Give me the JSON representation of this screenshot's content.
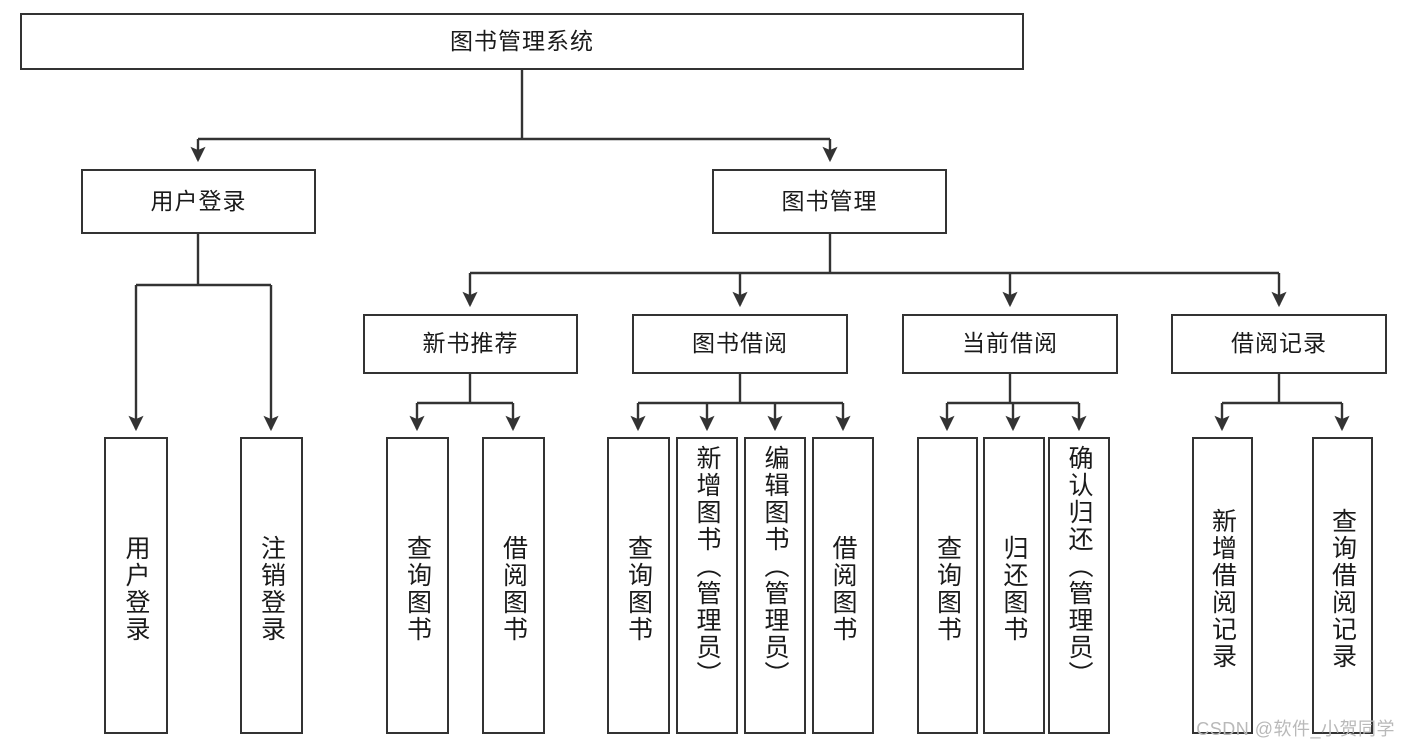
{
  "diagram": {
    "title": "图书管理系统",
    "type": "tree-hierarchy",
    "watermark": "CSDN @软件_小贺同学",
    "colors": {
      "stroke": "#333333",
      "fill": "#ffffff",
      "text": "#1a1a1a",
      "watermark": "#b9b9b9"
    },
    "root": {
      "label": "图书管理系统"
    },
    "level2": [
      {
        "label": "用户登录"
      },
      {
        "label": "图书管理"
      }
    ],
    "level3": [
      {
        "label": "新书推荐"
      },
      {
        "label": "图书借阅"
      },
      {
        "label": "当前借阅"
      },
      {
        "label": "借阅记录"
      }
    ],
    "leaves": {
      "user_login": [
        {
          "label": "用户登录"
        },
        {
          "label": "注销登录"
        }
      ],
      "new_book": [
        {
          "label": "查询图书"
        },
        {
          "label": "借阅图书"
        }
      ],
      "book_borrow": [
        {
          "label": "查询图书"
        },
        {
          "label": "新增图书（管理员）"
        },
        {
          "label": "编辑图书（管理员）"
        },
        {
          "label": "借阅图书"
        }
      ],
      "current_borrow": [
        {
          "label": "查询图书"
        },
        {
          "label": "归还图书"
        },
        {
          "label": "确认归还（管理员）"
        }
      ],
      "borrow_record": [
        {
          "label": "新增借阅记录"
        },
        {
          "label": "查询借阅记录"
        }
      ]
    }
  }
}
